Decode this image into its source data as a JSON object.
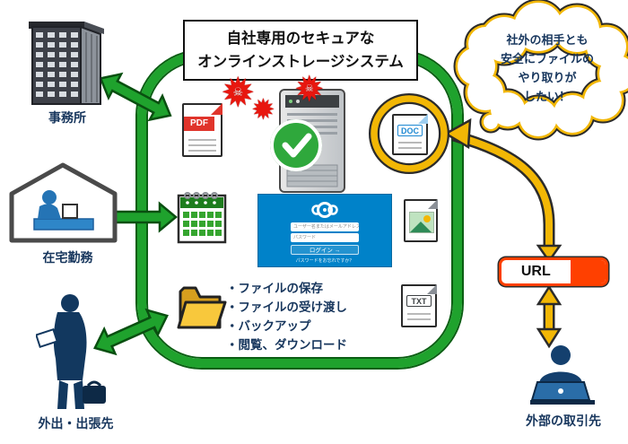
{
  "title": {
    "line1": "自社専用のセキュアな",
    "line2": "オンラインストレージシステム"
  },
  "cloud": {
    "lines": [
      "社外の相手とも",
      "安全にファイルの",
      "やり取りが",
      "したい！"
    ]
  },
  "labels": {
    "office": "事務所",
    "home": "在宅勤務",
    "field": "外出・出張先",
    "external": "外部の取引先"
  },
  "features": {
    "items": [
      "・ファイルの保存",
      "・ファイルの受け渡し",
      "・バックアップ",
      "・閲覧、ダウンロード"
    ]
  },
  "files": {
    "pdf": "PDF",
    "doc": "DOC",
    "txt": "TXT"
  },
  "url_box": {
    "label": "URL"
  },
  "login": {
    "username_placeholder": "ユーザー名またはメールアドレス",
    "password_placeholder": "パスワード",
    "button": "ログイン →",
    "forgot": "パスワードをお忘れですか？"
  },
  "icons": {
    "virus": "✹",
    "skull": "☠"
  },
  "colors": {
    "boundary_green": "#1FA22D",
    "arrow_gold": "#F2B705",
    "url_orange": "#FF4000",
    "login_blue": "#0082C9",
    "pdf_red": "#E0342B",
    "doc_blue": "#1E88D2",
    "text_navy": "#17365D",
    "virus_red": "#E8170F",
    "shield_green": "#2FA83C",
    "folder_yellow": "#F8C83C"
  }
}
